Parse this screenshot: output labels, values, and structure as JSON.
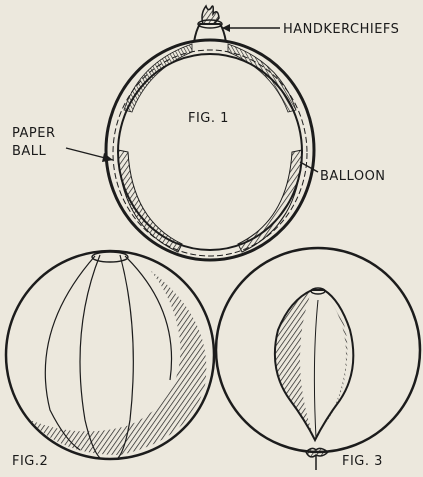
{
  "figures": {
    "fig1": {
      "caption": "FIG. 1",
      "labels": {
        "handkerchiefs": "HANDKERCHIEFS",
        "paper_ball_line1": "PAPER",
        "paper_ball_line2": "BALL",
        "balloon": "BALLOON"
      }
    },
    "fig2": {
      "caption": "FIG.2"
    },
    "fig3": {
      "caption": "FIG. 3"
    }
  },
  "colors": {
    "ink": "#1c1c1c",
    "paper": "#ece8dd"
  }
}
